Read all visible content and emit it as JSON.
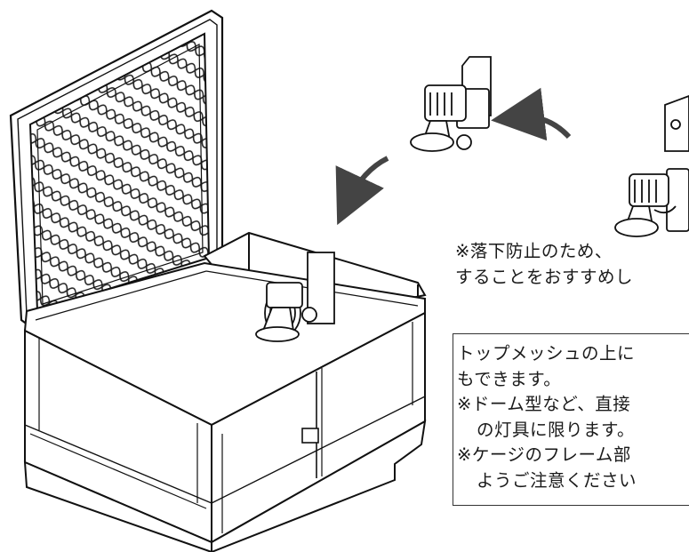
{
  "note": {
    "line1": "※落下防止のため、",
    "line2": "することをおすすめし"
  },
  "box": {
    "line1": "トップメッシュの上に",
    "line2": "もできます。",
    "line3": "※ドーム型など、直接",
    "line4": "の灯具に限ります。",
    "line5": "※ケージのフレーム部",
    "line6": "ようご注意ください"
  }
}
